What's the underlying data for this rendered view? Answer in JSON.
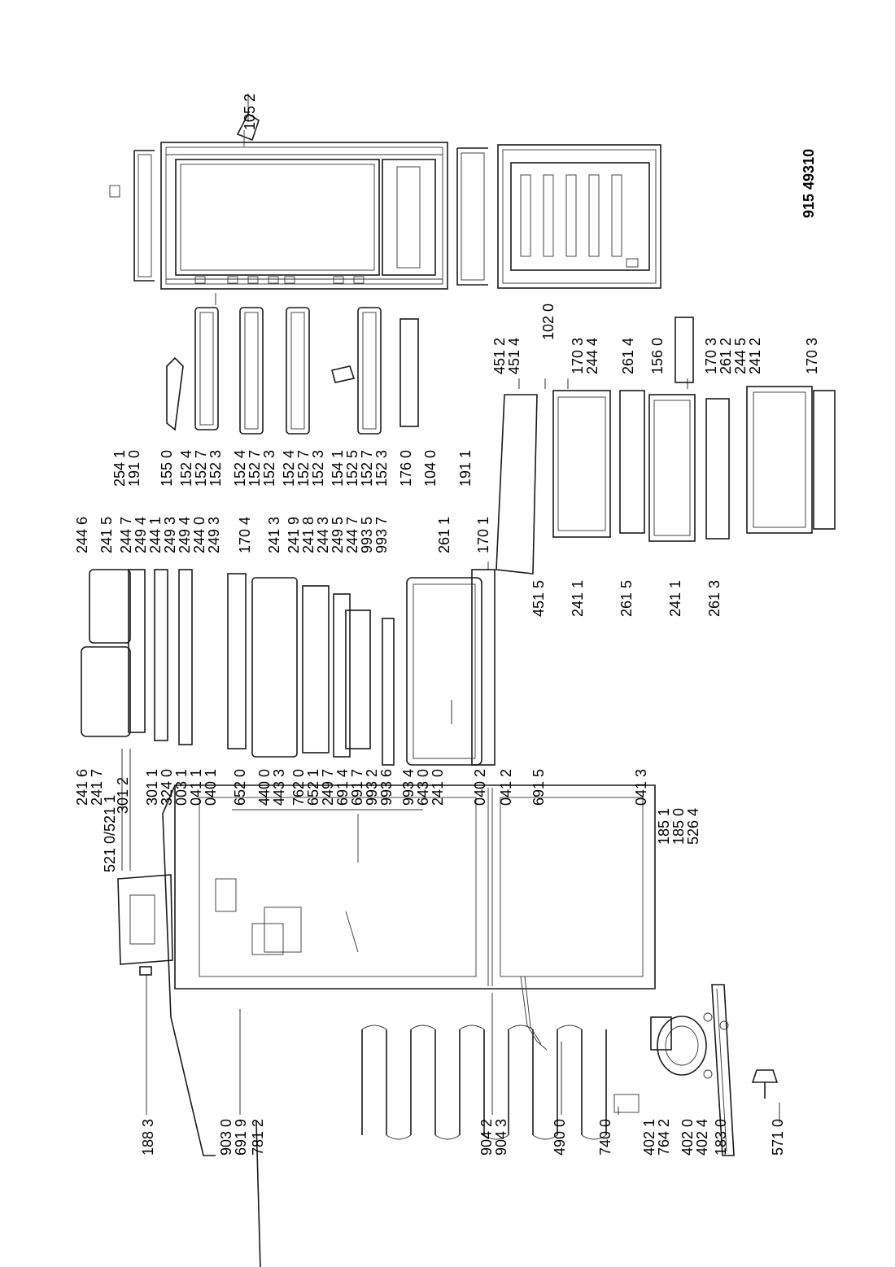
{
  "document_number": "915 49310",
  "labels": {
    "l1883": "188 3",
    "l9030": "903 0",
    "l6919": "691 9",
    "l7812": "781 2",
    "l9042": "904 2",
    "l9043": "904 3",
    "l4900": "490 0",
    "l7400": "740 0",
    "l4021": "402 1",
    "l7642": "764 2",
    "l4020": "402 0",
    "l4024": "402 4",
    "l1830": "183 0",
    "l5710": "571 0",
    "l5210": "521 0/521 1",
    "l3012": "301 2",
    "l2416": "241 6",
    "l2417": "241 7",
    "l3011": "301 1",
    "l3240": "324 0",
    "l0031": "003 1",
    "l0411": "041 1",
    "l0401": "040 1",
    "l6520": "652 0",
    "l4400": "440 0",
    "l4433": "443 3",
    "l7620": "762 0",
    "l6521": "652 1",
    "l2497": "249 7",
    "l6914": "691 4",
    "l6917": "691 7",
    "l9932": "993 2",
    "l9936": "993 6",
    "l9934": "993 4",
    "l6430": "643 0",
    "l2410": "241 0",
    "l0402": "040 2",
    "l0412": "041 2",
    "l6915": "691 5",
    "l0413": "041 3",
    "l1851": "185 1",
    "l1850": "185 0",
    "l5264": "526 4",
    "l2446": "244 6",
    "l2415": "241 5",
    "l2447": "244 7",
    "l2494": "249 4",
    "l2441": "244 1",
    "l2493a": "249 3",
    "l2494b": "249 4",
    "l2440": "244 0",
    "l2493b": "249 3",
    "l1704": "170 4",
    "l2413": "241 3",
    "l2419": "241 9",
    "l2418": "241 8",
    "l2443": "244 3",
    "l2495": "249 5",
    "l2447b": "244 7",
    "l9935": "993 5",
    "l9937": "993 7",
    "l2611": "261 1",
    "l1701": "170 1",
    "l1550": "155 0",
    "l1524a": "152 4",
    "l1527a": "152 7",
    "l1523a": "152 3",
    "l1524b": "152 4",
    "l1527b": "152 7",
    "l1523b": "152 3",
    "l1524c": "152 4",
    "l1527c": "152 7",
    "l1523c": "152 3",
    "l1541": "154 1",
    "l1525": "152 5",
    "l1527d": "152 7",
    "l1523d": "152 3",
    "l1760": "176 0",
    "l1040": "104 0",
    "l2541": "254 1",
    "l1910": "191 0",
    "l1911": "191 1",
    "l1052": "105 2",
    "l1020": "102 0",
    "l4512": "451 2",
    "l4514": "451 4",
    "l4515": "451 5",
    "l1703a": "170 3",
    "l2444": "244 4",
    "l2614": "261 4",
    "l1560": "156 0",
    "l1703b": "170 3",
    "l2612": "261 2",
    "l2445": "244 5",
    "l2412": "241 2",
    "l1703c": "170 3",
    "l2411a": "241 1",
    "l2615": "261 5",
    "l2411b": "241 1",
    "l2613": "261 3"
  }
}
